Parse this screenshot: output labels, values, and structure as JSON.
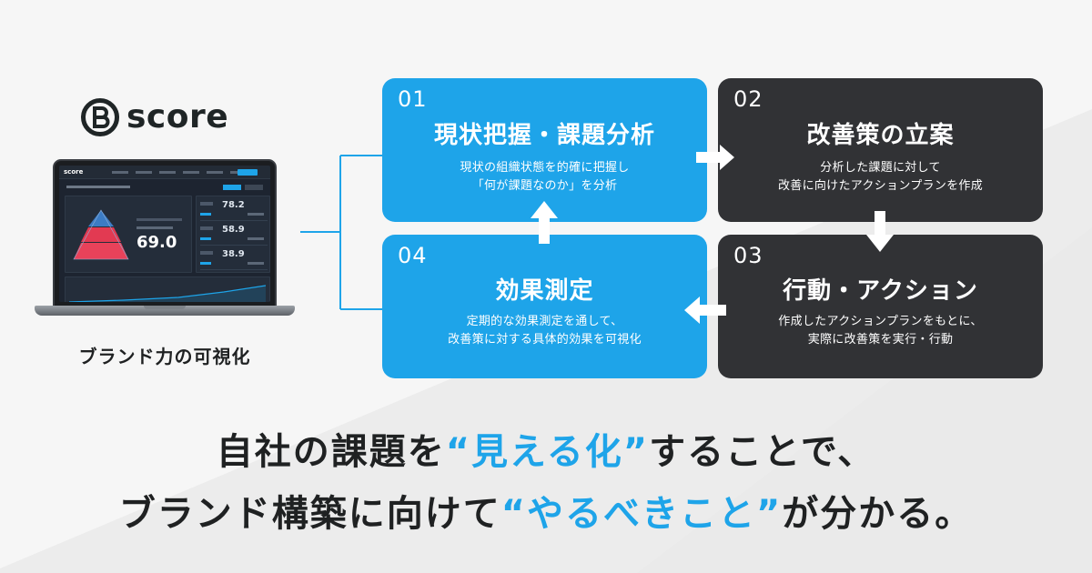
{
  "brand": {
    "logo_text": "score"
  },
  "laptop": {
    "caption": "ブランド力の可視化",
    "screen": {
      "logo_text": "score",
      "big_score": "69.0",
      "rows": [
        {
          "value": "78.2"
        },
        {
          "value": "58.9"
        },
        {
          "value": "38.9"
        }
      ]
    }
  },
  "steps": [
    {
      "number": "01",
      "title": "現状把握・課題分析",
      "desc": [
        "現状の組織状態を的確に把握し",
        "「何が課題なのか」を分析"
      ],
      "color": "#1ea4e9"
    },
    {
      "number": "02",
      "title": "改善策の立案",
      "desc": [
        "分析した課題に対して",
        "改善に向けたアクションプランを作成"
      ],
      "color": "#313235"
    },
    {
      "number": "03",
      "title": "行動・アクション",
      "desc": [
        "作成したアクションプランをもとに、",
        "実際に改善策を実行・行動"
      ],
      "color": "#313235"
    },
    {
      "number": "04",
      "title": "効果測定",
      "desc": [
        "定期的な効果測定を通して、",
        "改善策に対する具体的効果を可視化"
      ],
      "color": "#1ea4e9"
    }
  ],
  "headline": {
    "line1": {
      "before": "自社の課題を",
      "highlight": "“見える化”",
      "after": "することで、"
    },
    "line2": {
      "before": "ブランド構築に向けて",
      "highlight": "“やるべきこと”",
      "after": "が分かる。"
    }
  },
  "colors": {
    "accent": "#1ea4e9",
    "dark_card": "#313235",
    "text": "#1f2122"
  }
}
